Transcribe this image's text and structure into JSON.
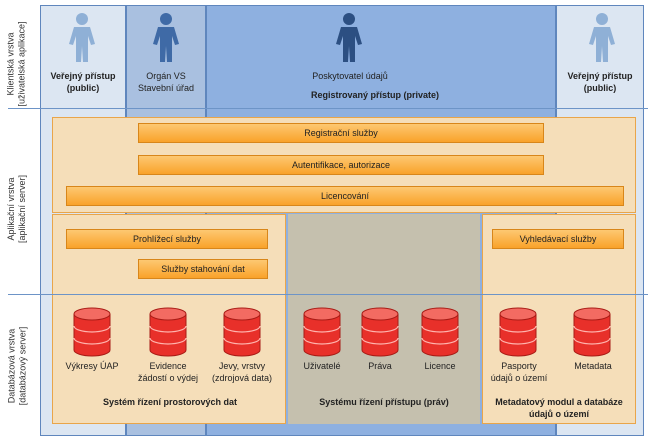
{
  "layers": {
    "client": {
      "line1": "Klientská vrstva",
      "line2": "[uživatelská aplikace]"
    },
    "application": {
      "line1": "Aplikační vrstva",
      "line2": "[aplikační server]"
    },
    "database": {
      "line1": "Databázová vrstva",
      "line2": "[databázový server]"
    }
  },
  "users": {
    "public_left": {
      "line1": "Veřejný přístup",
      "line2": "(public)"
    },
    "organ": {
      "line1": "Orgán VS",
      "line2": "Stavební úřad"
    },
    "provider": {
      "line1": "Poskytovatel údajů"
    },
    "registered": {
      "label": "Registrovaný přístup (private)"
    },
    "public_right": {
      "line1": "Veřejný přístup",
      "line2": "(public)"
    }
  },
  "services": {
    "registration": "Registrační služby",
    "authentication": "Autentifikace, autorizace",
    "licensing": "Licencování",
    "viewing": "Prohlížecí služby",
    "download": "Služby stahování  dat",
    "search": "Vyhledávací služby"
  },
  "databases": {
    "vykresy": {
      "line1": "Výkresy ÚAP"
    },
    "evidence": {
      "line1": "Evidence",
      "line2": "žádostí o výdej"
    },
    "jevy": {
      "line1": "Jevy, vrstvy",
      "line2": "(zdrojová data)"
    },
    "uzivatele": {
      "line1": "Uživatelé"
    },
    "prava": {
      "line1": "Práva"
    },
    "licence": {
      "line1": "Licence"
    },
    "pasporty": {
      "line1": "Pasporty",
      "line2": "údajů o území"
    },
    "metadata": {
      "line1": "Metadata"
    }
  },
  "systems": {
    "spatial": {
      "line1": "Systém řízení  prostorových dat"
    },
    "access": {
      "line1": "Systému řízení  přístupu (práv)"
    },
    "metadata": {
      "line1": "Metadatový modul a databáze",
      "line2": "údajů o území"
    }
  },
  "colors": {
    "public_bg": "#dce6f2",
    "organ_bg": "#a9c0e0",
    "registered_bg": "#8eb0e0",
    "service_bar": "#fbb03b",
    "panel_light": "#f5deb9",
    "panel_grey": "#c5c0ae",
    "database": "#e8302a",
    "public_person": "#8fb0d6",
    "registered_person": "#3a5f95"
  },
  "icons": {
    "person": "person-icon",
    "database": "database-cylinder-icon"
  }
}
